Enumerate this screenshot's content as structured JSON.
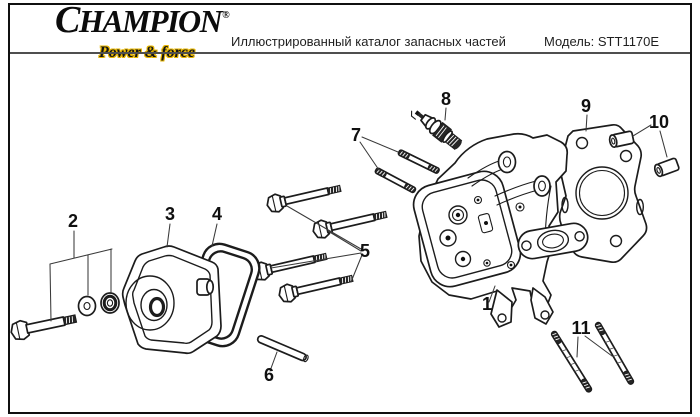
{
  "header": {
    "brand": "CHAMPION",
    "registered_mark": "®",
    "tagline": "Power & force",
    "title": "Иллюстрированный каталог запасных частей",
    "model": "Модель: STT1170E"
  },
  "colors": {
    "ink": "#1c1c1c",
    "tagline_gold": "#e5b400",
    "header_rule": "#4f4f4f",
    "border": "#101010"
  },
  "parts": {
    "cylinder_head": "1",
    "cover_bolt_and_washers": "2",
    "valve_cover": "3",
    "cover_gasket": "4",
    "head_bolts": "5",
    "cover_pin": "6",
    "rocker_studs": "7",
    "spark_plug": "8",
    "head_gasket": "9",
    "locating_bushings": "10",
    "cylinder_studs": "11"
  }
}
